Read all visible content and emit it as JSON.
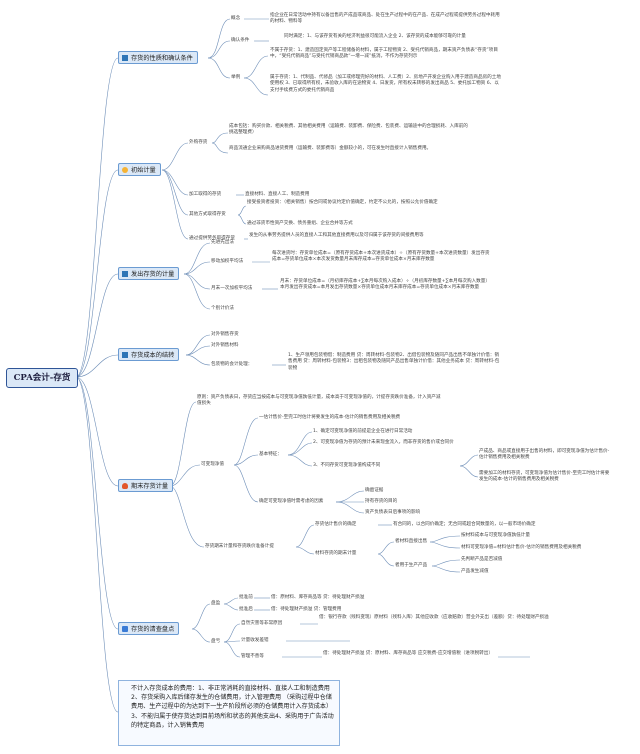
{
  "root": "CPA会计-存货",
  "categories": {
    "c1": "存货的性质和确认条件",
    "c2": "初始计量",
    "c3": "发出存货的计量",
    "c4": "存货成本的结转",
    "c5": "期末存货计量",
    "c6": "存货的清查盘点"
  },
  "nodes": {
    "gainian": "概念",
    "gainian_d": "指企业在日常活动中持有以备出售的产成品或商品、处在生产过程中的在产品、在成产过程或提供劳务过程中耗用的材料、物料等",
    "queren": "确认条件",
    "queren_d": "同时满足：1、与该存货有关的经济利益很可能流入企业 2、该存货的成本能够可靠的计量",
    "juli": "举例",
    "juli_d1": "不属于存货：1、建造固定资产等工程储备的材料，属于工程物资 2、受托代销商品，期末资产负债表“存货”项目中，“受托代销商品”与受托代销商品款“一增一减”抵消，不作为存货列示",
    "juli_d2": "属于存货：1、代制品、代修品（加工或修理完好的材料、人工费）2、房地产开发企业购入用于建造商品房的土地使用权 3、已取得所有权，未验收入库的在途物资 4、日发货，所有权未转移的发出商品 5、委托加工物资 6、以支付手续费方式的委托代销商品",
    "waigou": "外购存货",
    "waigou_d1": "成本包括：购买价款、相关税费、其他相关费用（运输费、装卸费、保险费、包装费、运输途中的合理损耗、入库前的挑选整理费）",
    "waigou_d2": "商品流通企业采购商品进货费用（运输费、装卸费等）金额较小的，可在发生时直接计入销售费用。",
    "jiagong": "加工取得的存货",
    "jiagong_d": "直接材料、直接人工、制造费用",
    "qita": "其他方式取得存货",
    "qita_d1": "接受投资者投资：（相关销售）按合同或协议约定价值确定，约定不公允的，按照公允价值确定",
    "qita_d2": "通过非货币性资产交换、债务重组、企业合并等方式",
    "tigong": "通过提供劳务取得存货",
    "tigong_d": "发生的从事劳务提供人员的直接人工和其他直接费用以及可归属于该存货的间接费用等",
    "xianjin": "先进先出法",
    "yidong": "移动加权平均法",
    "yidong_d": "每次进货时：存货单位成本=（原有存货成本+本次进货成本）÷（原有存货数量+本次进货数量）发出存货成本=存货单位成本×本次发货数量月末库存成本=存货单位成本×月末库存数量",
    "yuemo": "月末一次加权平均法",
    "yuemo_d": "月末：存货单位成本=（月初库存成本+∑本月每次购入成本）÷（月初库存数量+∑本月每次购入数量）本月发出存货成本=本月发出存货数量×存货单位成本月末库存成本=存货单位成本×月末库存数量",
    "gebie": "个别计价法",
    "duiwai": "对外销售存货",
    "duiwaicai": "对外销售材料",
    "baozhuang": "包装物的会计处理：",
    "baozhuang_d": "1、生产领用包装物借：制造费用 贷：周转材料-包装物2、出借包装物及随同产品出售不单独计价借：销售费用 贷：周转材料-包装物3：出租包装物及随同产品出售单独计价借：其他业务成本 贷：周转材料-包装物",
    "yuanze": "原则：资产负债表日，存货应当按成本与可变现净值孰低计量，成本高于可变现净值的，计提存货跌价准备，计入资产减值损失",
    "kebian": "可变现净值",
    "kb_1": "一估计售价-至完工时估计将要发生的成本-估计的销售费用及相关税费",
    "tezheng": "基本特征：",
    "tz_1": "1、确定可变现净值的前提是企业在进行日常活动",
    "tz_2": "2、可变现净值为存货的预计未来现金流入，而非存货的售价或合同价",
    "tz_3": "3、不同存货可变现净值构成不同",
    "tz_3a": "产成品、商品或直接用于出售的材料，即可变现净值为估计售价-估计销售费用及相关税费",
    "tz_3b": "需要加工的材料存货，可变现净值为估计售价-至完工时估计将要发生的成本-估计的销售费用及相关税费",
    "queding": "确定可变现净值时需考虑的因素",
    "qd_1": "确凿证据",
    "qd_2": "持有存货的目的",
    "qd_3": "资产负债表日后事项的影响",
    "qimo": "存货期末计量和存货跌价准备计提",
    "gujia": "存货估计售价的确定",
    "gujia_d": "有合同的，以合同价确定；无合同或超合同数量的，以一般市场价确定",
    "cailiao": "材料存货的期末计量",
    "chushou": "者材料直接出售",
    "chushou_d1": "按材料成本与可变现净值孰低计量",
    "chushou_d2": "材料可变现净值=材料估计售价-估计的销售费用及相关税费",
    "shengchan": "者用于生产产品",
    "shengchan_d1": "先判断产品是否减值",
    "shengchan_d2": "产品发生减值",
    "panying": "盘盈",
    "pishenqian1": "批准前",
    "pishenqian1_d": "借：原材料、库存商品等 贷：待处理财产损溢",
    "pishenhou1": "批准后",
    "pishenhou1_d": "借：待处理财产损溢 贷：管理费用",
    "pankui": "盘亏",
    "ziran": "自然灾害等非常原因",
    "ziran_d": "借：银行存款（残料变现）原材料（残料入库）其他应收款（应收赔款）营业外支出（差额）贷：待处理财产损溢",
    "jiliang": "计量收发差错",
    "guanli": "管理不善等",
    "guanli_d": "借：待处理财产损溢 贷：原材料、库存商品等 应交税费-应交增值税（进项税转出）",
    "note": "不计入存货成本的费用：1、非正常消耗的直接材料、直接人工和制造费用2、存货采购入库后储存发生的仓储费用，计入管理费用 （采购过程中仓储费用、生产过程中的为达到下一生产阶段所必须的仓储费用计入存货成本）3、不能归属于使存货达到目前场所和状态的其他支出4、采购用于广告活动的特定商品，计入销售费用"
  }
}
